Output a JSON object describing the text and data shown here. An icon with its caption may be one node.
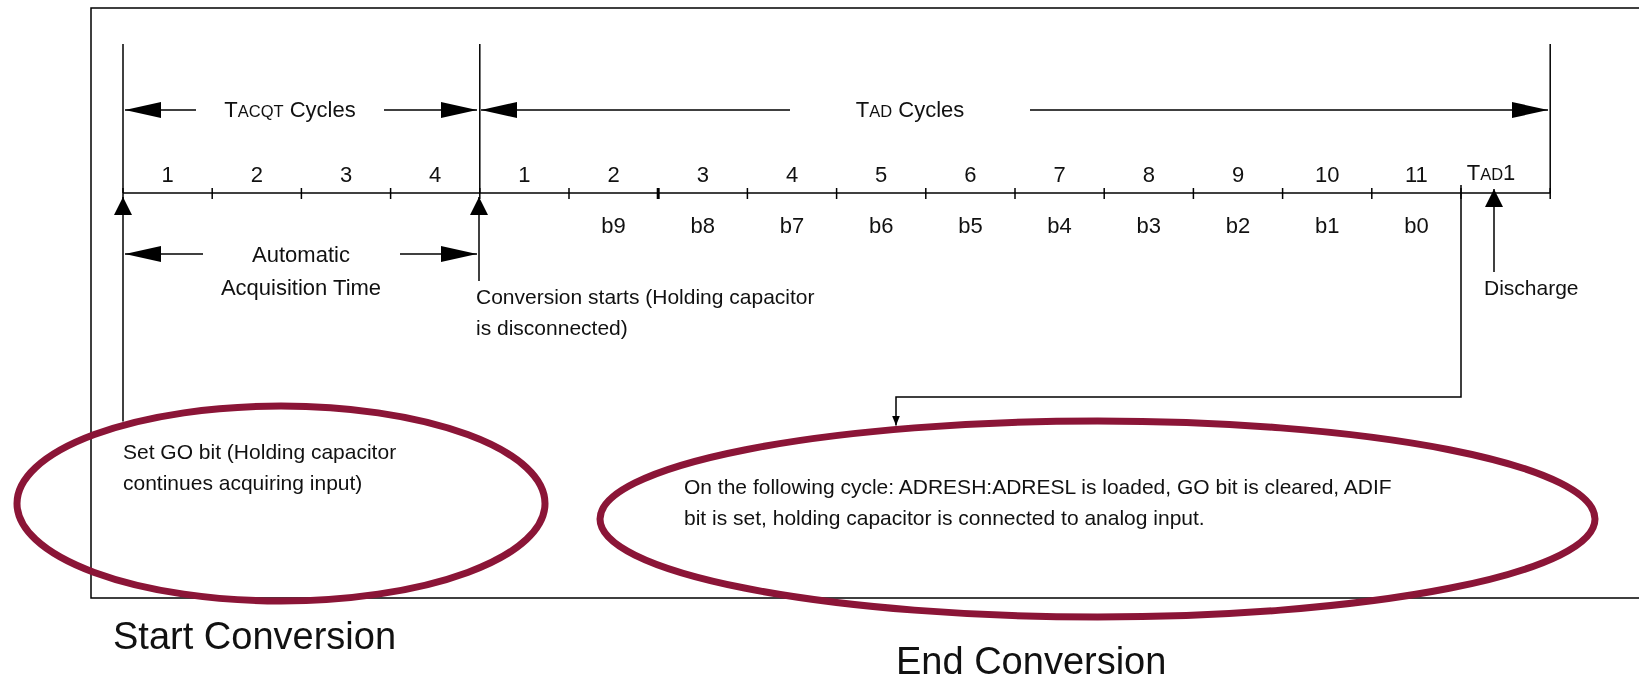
{
  "diagram": {
    "nodes": [
      {
        "text": [
          "Set GO bit (Holding capacitor continues acquiring input)"
        ],
        "beside": [
          "Start Conversion"
        ]
      },
      {
        "text": [
          "Conversion starts (Holding capacitor is disconnected)"
        ]
      },
      {
        "text": [
          "Discharge"
        ]
      },
      {
        "text": [
          "On the following cycle: ADRESH:ADRESL is loaded, GO bit is cleared, ADIF bit is set, holding capacitor is connected to analog input."
        ],
        "beside": [
          "End Conversion"
        ]
      },
      {
        "text": [
          "T$_{AD}$1"
        ]
      }
    ],
    "edges": [
      {
        "from": 0,
        "to": null,
        "arrow": "to"
      },
      {
        "from": 1,
        "to": null,
        "arrow": "to"
      },
      {
        "from": 2,
        "to": 4,
        "arrow": "to"
      },
      {
        "from": 4,
        "to": 3,
        "arrow": "to"
      }
    ],
    "labels": [
      "T$_{ACQT}$ Cycles",
      "T$_{AD}$ Cycles",
      "1",
      "2",
      "3",
      "4",
      "1",
      "2",
      "3",
      "4",
      "5",
      "6",
      "7",
      "8",
      "9",
      "10",
      "11",
      "b9",
      "b8",
      "b7",
      "b6",
      "b5",
      "b4",
      "b3",
      "b2",
      "b1",
      "b0",
      "Automatic Acquisition Time"
    ]
  }
}
